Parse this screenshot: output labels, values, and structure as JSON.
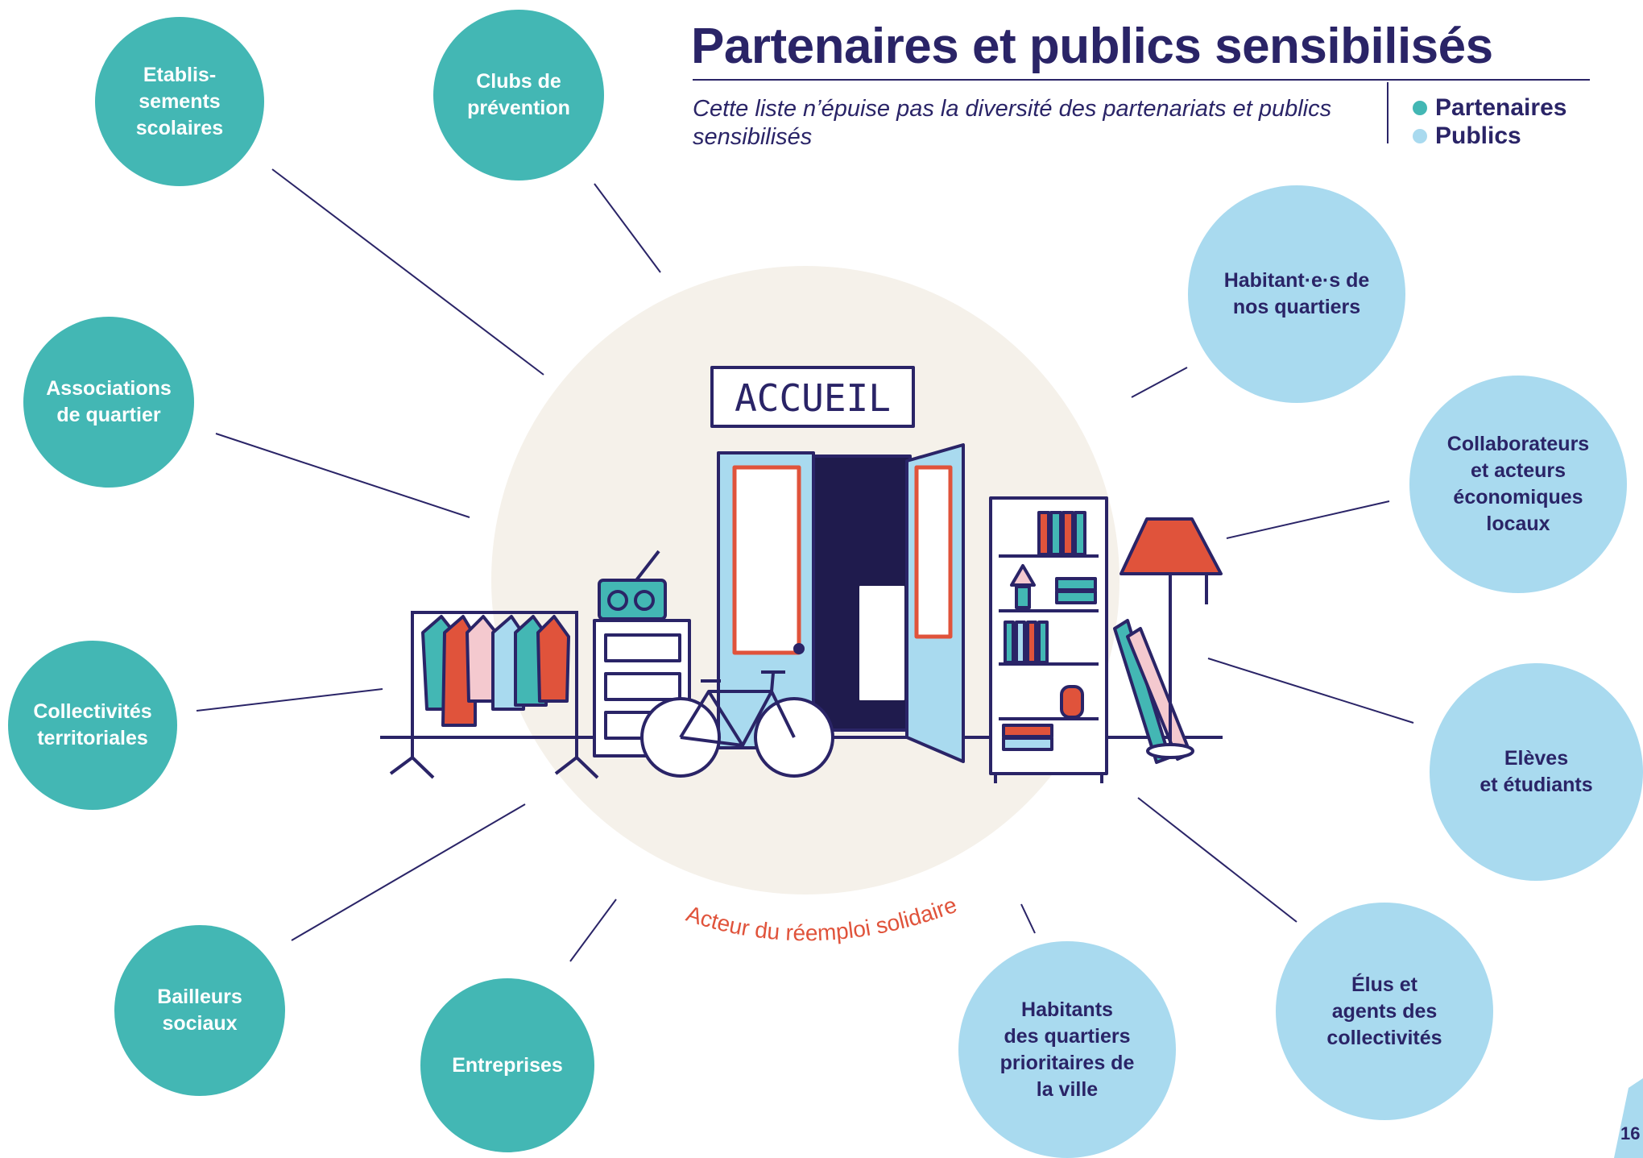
{
  "title": "Partenaires et publics sensibilisés",
  "subtitle": "Cette liste n’épuise pas la diversité des partenariats et publics sensibilisés",
  "legend": [
    {
      "label": "Partenaires",
      "color": "#43b7b4"
    },
    {
      "label": "Publics",
      "color": "#a9daef"
    }
  ],
  "center": {
    "sign": "ACCUEIL",
    "caption": "Acteur du réemploi solidaire"
  },
  "partners": [
    "Etablis-\nsements\nscolaires",
    "Clubs de\nprévention",
    "Associations\nde quartier",
    "Collectivités\nterritoriales",
    "Bailleurs\nsociaux",
    "Entreprises"
  ],
  "publics": [
    "Habitant·e·s de\nnos quartiers",
    "Collaborateurs\net acteurs\néconomiques\nlocaux",
    "Elèves\net étudiants",
    "Élus et\nagents des\ncollectivités",
    "Habitants\ndes quartiers\nprioritaires de\nla ville"
  ],
  "page_number": "16"
}
